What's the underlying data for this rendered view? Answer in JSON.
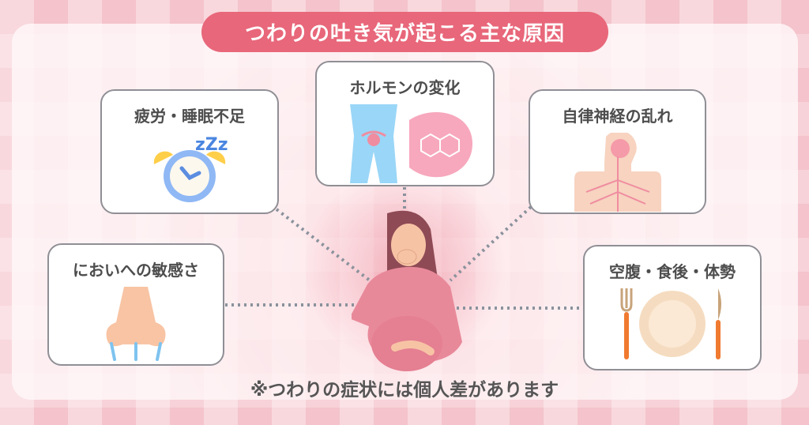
{
  "title": "つわりの吐き気が起こる主な原因",
  "causes": [
    {
      "label": "疲労・睡眠不足",
      "icon": "alarm-clock-sleep-icon"
    },
    {
      "label": "ホルモンの変化",
      "icon": "hormone-uterus-icon"
    },
    {
      "label": "自律神経の乱れ",
      "icon": "nervous-system-icon"
    },
    {
      "label": "においへの敏感さ",
      "icon": "nose-icon"
    },
    {
      "label": "空腹・食後・体勢",
      "icon": "plate-cutlery-icon"
    }
  ],
  "footnote": "※つわりの症状には個人差があります",
  "colors": {
    "accent": "#e8677a",
    "text": "#4d4d4d",
    "line": "#8a929c"
  }
}
